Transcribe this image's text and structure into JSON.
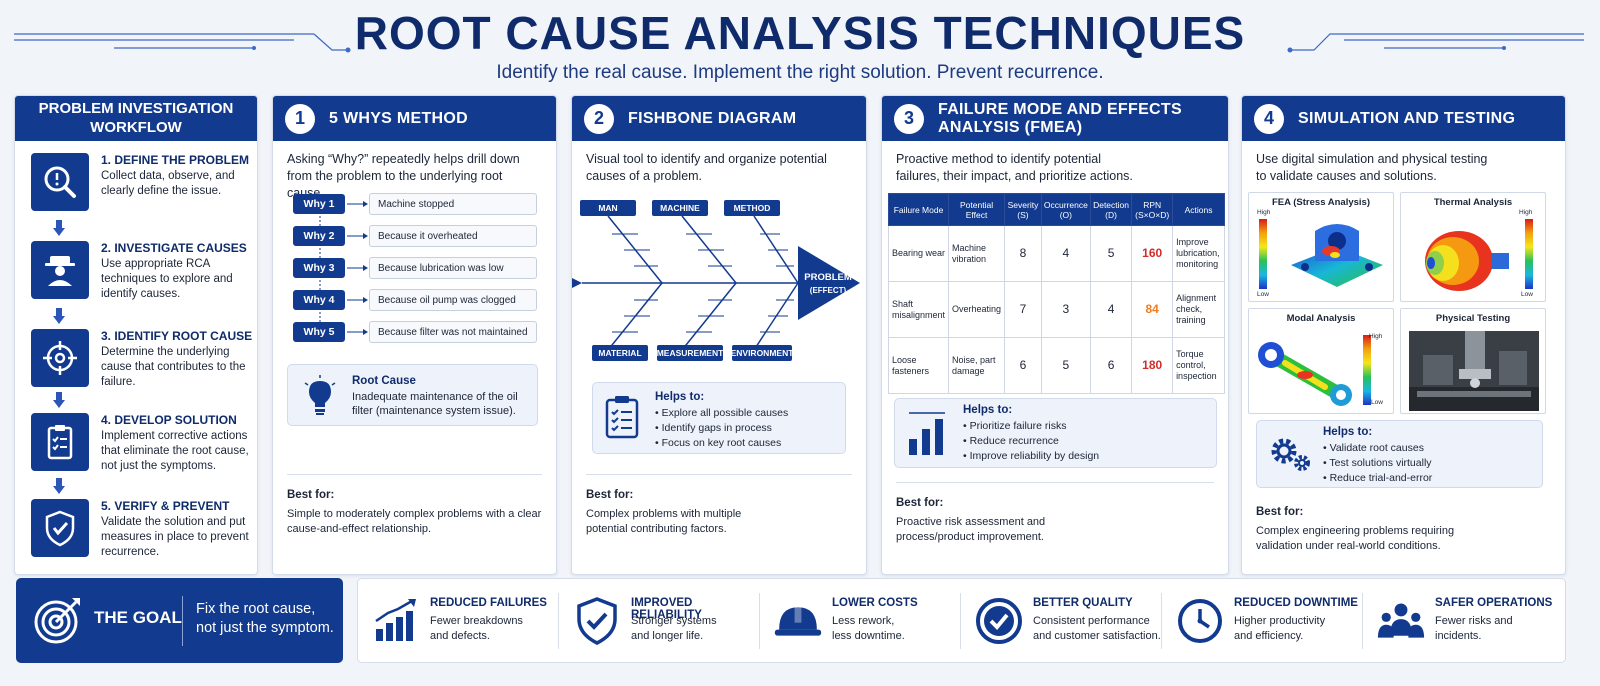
{
  "header": {
    "title": "ROOT CAUSE ANALYSIS TECHNIQUES",
    "subtitle": "Identify the real cause. Implement the right solution. Prevent recurrence."
  },
  "workflow": {
    "title": "PROBLEM INVESTIGATION WORKFLOW",
    "steps": [
      {
        "title": "1. DEFINE THE PROBLEM",
        "text": "Collect data, observe, and clearly define the issue.",
        "icon": "magnifier-alert-icon"
      },
      {
        "title": "2. INVESTIGATE CAUSES",
        "text": "Use appropriate RCA techniques to explore and identify causes.",
        "icon": "detective-icon"
      },
      {
        "title": "3. IDENTIFY ROOT CAUSE",
        "text": "Determine the underlying cause that contributes to the failure.",
        "icon": "crosshair-icon"
      },
      {
        "title": "4. DEVELOP SOLUTION",
        "text": "Implement corrective actions that eliminate the root cause, not just the symptoms.",
        "icon": "clipboard-check-icon"
      },
      {
        "title": "5. VERIFY & PREVENT",
        "text": "Validate the solution and put measures in place to prevent recurrence.",
        "icon": "shield-check-icon"
      }
    ]
  },
  "whys": {
    "number": "1",
    "title": "5 WHYS METHOD",
    "desc": "Asking “Why?” repeatedly helps drill down from the problem to the underlying root cause.",
    "rows": [
      {
        "label": "Why 1",
        "text": "Machine stopped"
      },
      {
        "label": "Why 2",
        "text": "Because it overheated"
      },
      {
        "label": "Why 3",
        "text": "Because lubrication was low"
      },
      {
        "label": "Why 4",
        "text": "Because oil pump was clogged"
      },
      {
        "label": "Why 5",
        "text": "Because filter was not maintained"
      }
    ],
    "root_title": "Root Cause",
    "root_text": "Inadequate maintenance of the oil filter (maintenance system issue).",
    "best_label": "Best for:",
    "best_text": "Simple to moderately complex problems with a clear cause-and-effect relationship."
  },
  "fishbone": {
    "number": "2",
    "title": "FISHBONE DIAGRAM",
    "desc": "Visual tool to identify and organize potential causes of a problem.",
    "categories_top": [
      "MAN",
      "MACHINE",
      "METHOD"
    ],
    "categories_bottom": [
      "MATERIAL",
      "MEASUREMENT",
      "ENVIRONMENT"
    ],
    "head_line1": "PROBLEM",
    "head_line2": "(EFFECT)",
    "helps_title": "Helps to:",
    "helps": [
      "Explore all possible causes",
      "Identify gaps in process",
      "Focus on key root causes"
    ],
    "best_label": "Best for:",
    "best_text": "Complex problems with multiple potential contributing factors."
  },
  "fmea": {
    "number": "3",
    "title_line1": "FAILURE MODE AND EFFECTS",
    "title_line2": "ANALYSIS (FMEA)",
    "desc": "Proactive method to identify potential failures, their impact, and prioritize actions.",
    "headers": [
      "Failure Mode",
      "Potential Effect",
      "Severity (S)",
      "Occurrence (O)",
      "Detection (D)",
      "RPN (S×O×D)",
      "Actions"
    ],
    "rows": [
      {
        "mode": "Bearing wear",
        "effect": "Machine vibration",
        "s": "8",
        "o": "4",
        "d": "5",
        "rpn": "160",
        "rpn_color": "#d42b2b",
        "action": "Improve lubrication, monitoring"
      },
      {
        "mode": "Shaft misalignment",
        "effect": "Overheating",
        "s": "7",
        "o": "3",
        "d": "4",
        "rpn": "84",
        "rpn_color": "#ee7d1c",
        "action": "Alignment check, training"
      },
      {
        "mode": "Loose fasteners",
        "effect": "Noise, part damage",
        "s": "6",
        "o": "5",
        "d": "6",
        "rpn": "180",
        "rpn_color": "#d42b2b",
        "action": "Torque control, inspection"
      }
    ],
    "helps_title": "Helps to:",
    "helps": [
      "Prioritize failure risks",
      "Reduce recurrence",
      "Improve reliability by design"
    ],
    "best_label": "Best for:",
    "best_text": "Proactive risk assessment and process/product improvement."
  },
  "simulation": {
    "number": "4",
    "title": "SIMULATION AND TESTING",
    "desc": "Use digital simulation and physical testing to validate causes and solutions.",
    "tiles": [
      {
        "title": "FEA (Stress Analysis)",
        "high": "High",
        "low": "Low"
      },
      {
        "title": "Thermal Analysis",
        "high": "High",
        "low": "Low"
      },
      {
        "title": "Modal Analysis",
        "high": "High",
        "low": "Low"
      },
      {
        "title": "Physical Testing"
      }
    ],
    "helps_title": "Helps to:",
    "helps": [
      "Validate root causes",
      "Test solutions virtually",
      "Reduce trial-and-error"
    ],
    "best_label": "Best for:",
    "best_text": "Complex engineering problems requiring validation under real-world conditions."
  },
  "goal": {
    "label": "THE GOAL",
    "text_line1": "Fix the root cause,",
    "text_line2": "not just the symptom."
  },
  "benefits": [
    {
      "title": "REDUCED FAILURES",
      "line1": "Fewer breakdowns",
      "line2": "and defects.",
      "icon": "bar-chart-up-icon"
    },
    {
      "title": "IMPROVED RELIABILITY",
      "line1": "Stronger systems",
      "line2": "and longer life.",
      "icon": "shield-check-icon"
    },
    {
      "title": "LOWER COSTS",
      "line1": "Less rework,",
      "line2": "less downtime.",
      "icon": "hard-hat-icon"
    },
    {
      "title": "BETTER QUALITY",
      "line1": "Consistent performance",
      "line2": "and customer satisfaction.",
      "icon": "check-circle-icon"
    },
    {
      "title": "REDUCED DOWNTIME",
      "line1": "Higher productivity",
      "line2": "and efficiency.",
      "icon": "clock-icon"
    },
    {
      "title": "SAFER OPERATIONS",
      "line1": "Fewer risks and",
      "line2": "incidents.",
      "icon": "team-icon"
    }
  ],
  "colors": {
    "navy": "#123a8e",
    "title_navy": "#0f2b6b",
    "rpn_high": "#d42b2b",
    "rpn_medium": "#ee7d1c"
  }
}
